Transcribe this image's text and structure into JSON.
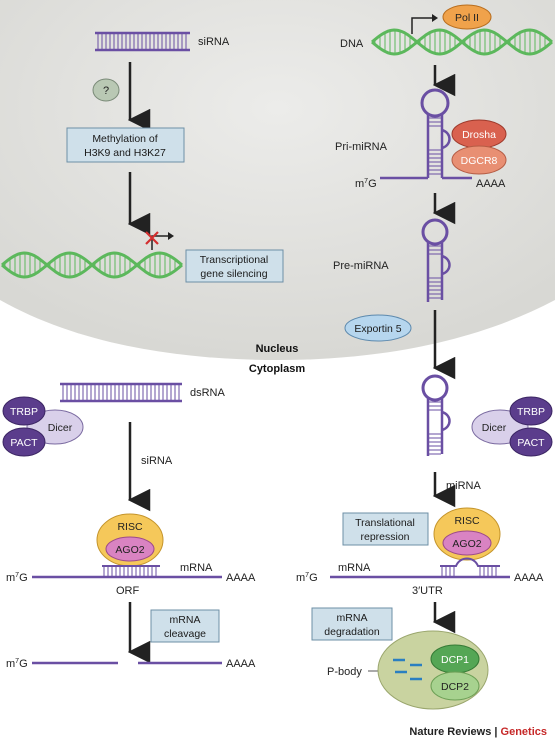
{
  "compartments": {
    "nucleus": "Nucleus",
    "cytoplasm": "Cytoplasm"
  },
  "sirna_nuclear": {
    "sirna": "siRNA",
    "unknown_factor": "?",
    "methylation_box": [
      "Methylation of",
      "H3K9 and H3K27"
    ],
    "silencing_box": [
      "Transcriptional",
      "gene silencing"
    ]
  },
  "mirna_nuclear": {
    "dna": "DNA",
    "pol2": "Pol II",
    "pri_mirna": "Pri-miRNA",
    "drosha": "Drosha",
    "dgcr8": "DGCR8",
    "cap_base": "m",
    "cap_sup": "7",
    "cap_g": "G",
    "polya": "AAAA",
    "pre_mirna": "Pre-miRNA",
    "exportin": "Exportin 5"
  },
  "sirna_cyto": {
    "dsrna": "dsRNA",
    "trbp": "TRBP",
    "pact": "PACT",
    "dicer": "Dicer",
    "sirna": "siRNA",
    "risc": "RISC",
    "ago2": "AGO2",
    "mrna": "mRNA",
    "cap_base": "m",
    "cap_sup": "7",
    "cap_g": "G",
    "polya": "AAAA",
    "orf": "ORF",
    "cleavage_box": [
      "mRNA",
      "cleavage"
    ],
    "cap2_base": "m",
    "cap2_sup": "7",
    "cap2_g": "G",
    "polya2": "AAAA"
  },
  "mirna_cyto": {
    "trbp": "TRBP",
    "pact": "PACT",
    "dicer": "Dicer",
    "mirna": "miRNA",
    "repression_box": [
      "Translational",
      "repression"
    ],
    "risc": "RISC",
    "ago2": "AGO2",
    "mrna": "mRNA",
    "cap_base": "m",
    "cap_sup": "7",
    "cap_g": "G",
    "polya": "AAAA",
    "utr": "3′UTR",
    "degradation_box": [
      "mRNA",
      "degradation"
    ],
    "pbody": "P-body",
    "dcp1": "DCP1",
    "dcp2": "DCP2"
  },
  "credit": {
    "journal": "Nature Reviews",
    "separator": " | ",
    "section": "Genetics"
  },
  "colors": {
    "nucleus_fill": "#e4e4e0",
    "dna_green": "#5cb85c",
    "rna_purple": "#6a4fa3",
    "box_fill": "#cfe0ea",
    "box_stroke": "#6d8fa6",
    "drosha": "#d9614f",
    "dgcr8": "#e88f73",
    "exportin": "#b6d6ee",
    "trbp_pact": "#5b3d8c",
    "dicer": "#d9d0ea",
    "risc": "#f5c85a",
    "ago2": "#d983c2",
    "dcp1": "#55a655",
    "dcp2": "#a7d28f",
    "pbody": "#c9d3a0",
    "credit_red": "#c62828"
  }
}
